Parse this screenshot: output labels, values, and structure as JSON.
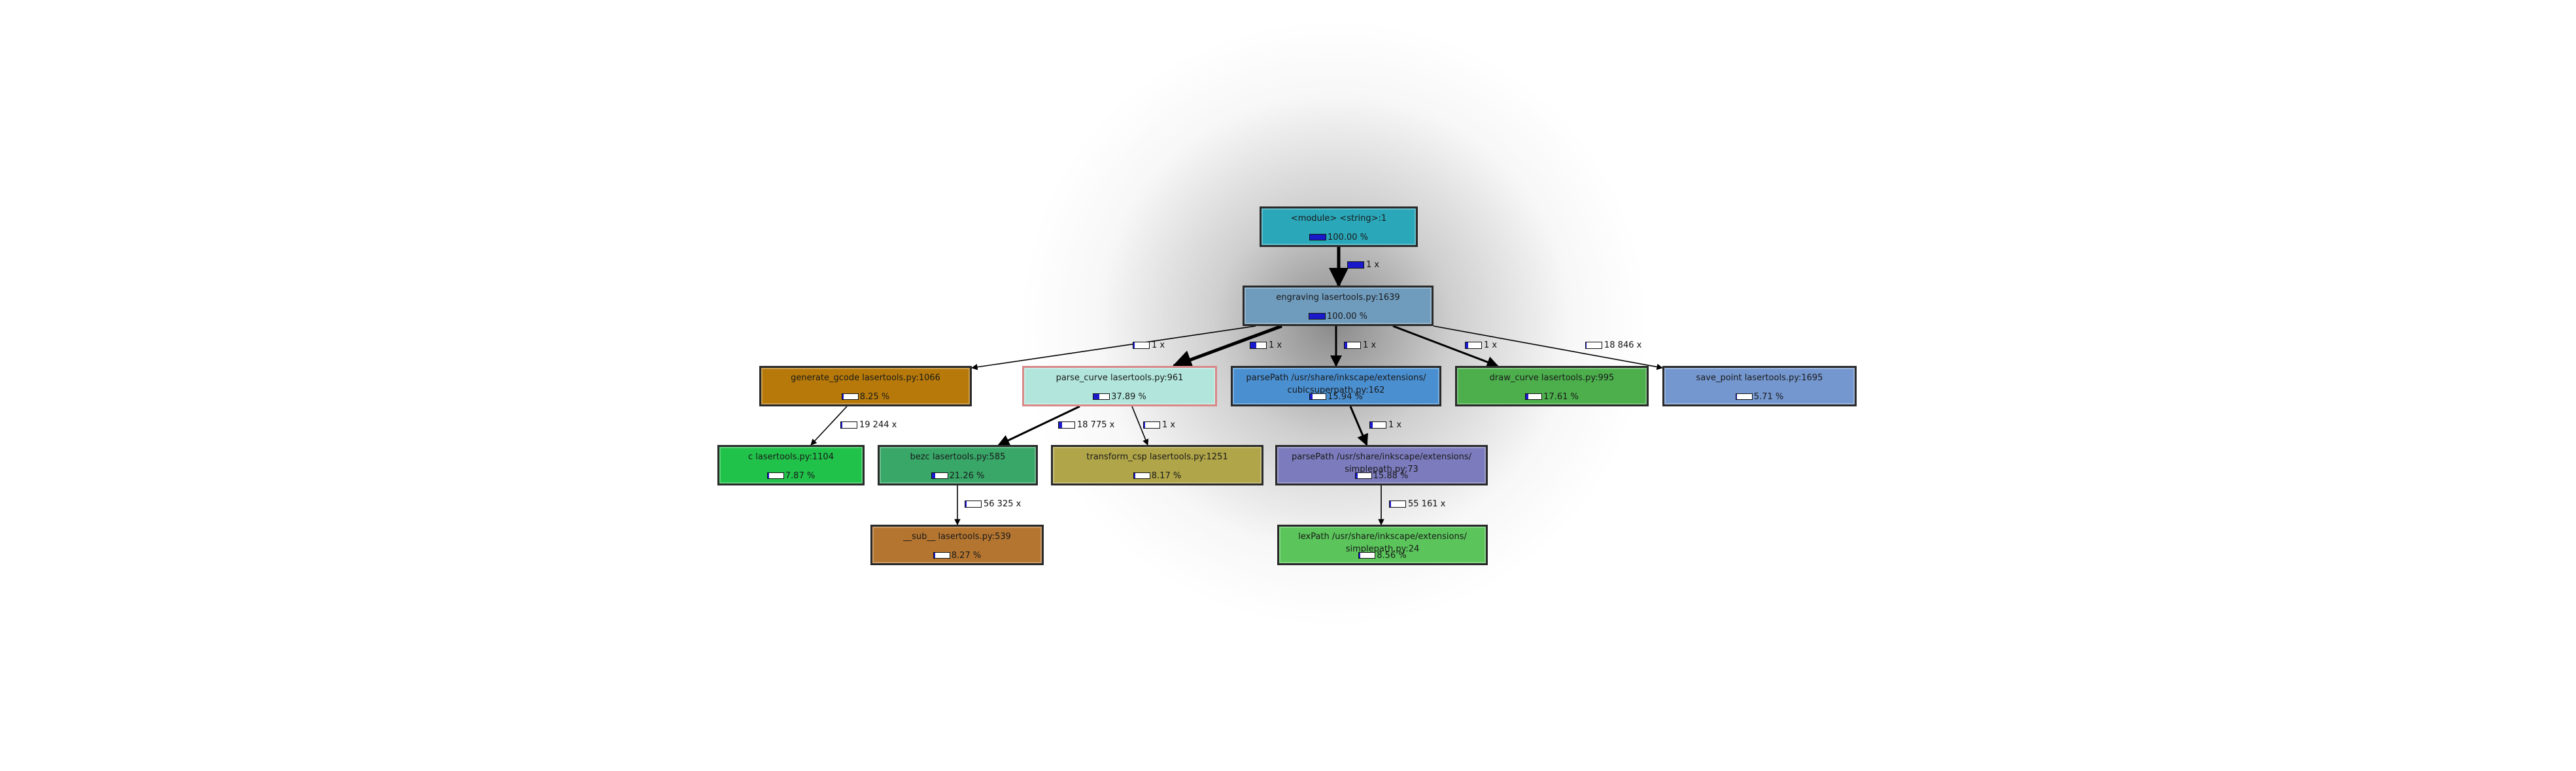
{
  "nodes": [
    {
      "id": "module",
      "title": "<module> <string>:1",
      "pct": "100.00 %",
      "frac": 1.0,
      "color": "#2aa7b9"
    },
    {
      "id": "engraving",
      "title": "engraving lasertools.py:1639",
      "pct": "100.00 %",
      "frac": 1.0,
      "color": "#6f9bbd"
    },
    {
      "id": "generate_gcode",
      "title": "generate_gcode lasertools.py:1066",
      "pct": "8.25 %",
      "frac": 0.0825,
      "color": "#b77a0a"
    },
    {
      "id": "parse_curve",
      "title": "parse_curve lasertools.py:961",
      "pct": "37.89 %",
      "frac": 0.3789,
      "color": "#b2e6dc",
      "border": "#d98888"
    },
    {
      "id": "parsePath1",
      "title": "parsePath /usr/share/inkscape/extensions/ cubicsuperpath.py:162",
      "pct": "15.94 %",
      "frac": 0.1594,
      "color": "#4a8fd0"
    },
    {
      "id": "draw_curve",
      "title": "draw_curve lasertools.py:995",
      "pct": "17.61 %",
      "frac": 0.1761,
      "color": "#4caf4c"
    },
    {
      "id": "save_point",
      "title": "save_point lasertools.py:1695",
      "pct": "5.71 %",
      "frac": 0.0571,
      "color": "#7497cf"
    },
    {
      "id": "c",
      "title": "c lasertools.py:1104",
      "pct": "7.87 %",
      "frac": 0.0787,
      "color": "#21c24a"
    },
    {
      "id": "bezc",
      "title": "bezc lasertools.py:585",
      "pct": "21.26 %",
      "frac": 0.2126,
      "color": "#38a768"
    },
    {
      "id": "transform_csp",
      "title": "transform_csp lasertools.py:1251",
      "pct": "8.17 %",
      "frac": 0.0817,
      "color": "#b0a548"
    },
    {
      "id": "parsePath2",
      "title": "parsePath /usr/share/inkscape/extensions/ simplepath.py:73",
      "pct": "15.88 %",
      "frac": 0.1588,
      "color": "#7c7bbd"
    },
    {
      "id": "sub",
      "title": "__sub__ lasertools.py:539",
      "pct": "8.27 %",
      "frac": 0.0827,
      "color": "#b47530"
    },
    {
      "id": "lexPath",
      "title": "lexPath /usr/share/inkscape/extensions/ simplepath.py:24",
      "pct": "8.56 %",
      "frac": 0.0856,
      "color": "#5bc55b"
    }
  ],
  "edges": [
    {
      "from": "module",
      "to": "engraving",
      "label": "1 x",
      "frac": 1.0,
      "weight": "heavy"
    },
    {
      "from": "engraving",
      "to": "generate_gcode",
      "label": "1 x",
      "frac": 0.0825,
      "weight": "light"
    },
    {
      "from": "engraving",
      "to": "parse_curve",
      "label": "1 x",
      "frac": 0.3789,
      "weight": "heavy"
    },
    {
      "from": "engraving",
      "to": "parsePath1",
      "label": "1 x",
      "frac": 0.1594,
      "weight": "medium"
    },
    {
      "from": "engraving",
      "to": "draw_curve",
      "label": "1 x",
      "frac": 0.1761,
      "weight": "medium"
    },
    {
      "from": "engraving",
      "to": "save_point",
      "label": "18 846 x",
      "frac": 0.0571,
      "weight": "light"
    },
    {
      "from": "generate_gcode",
      "to": "c",
      "label": "19 244 x",
      "frac": 0.0787,
      "weight": "light"
    },
    {
      "from": "parse_curve",
      "to": "bezc",
      "label": "18 775 x",
      "frac": 0.2126,
      "weight": "medium"
    },
    {
      "from": "parse_curve",
      "to": "transform_csp",
      "label": "1 x",
      "frac": 0.0817,
      "weight": "light"
    },
    {
      "from": "parsePath1",
      "to": "parsePath2",
      "label": "1 x",
      "frac": 0.1588,
      "weight": "medium"
    },
    {
      "from": "bezc",
      "to": "sub",
      "label": "56 325 x",
      "frac": 0.0827,
      "weight": "light"
    },
    {
      "from": "parsePath2",
      "to": "lexPath",
      "label": "55 161 x",
      "frac": 0.0856,
      "weight": "light"
    }
  ]
}
